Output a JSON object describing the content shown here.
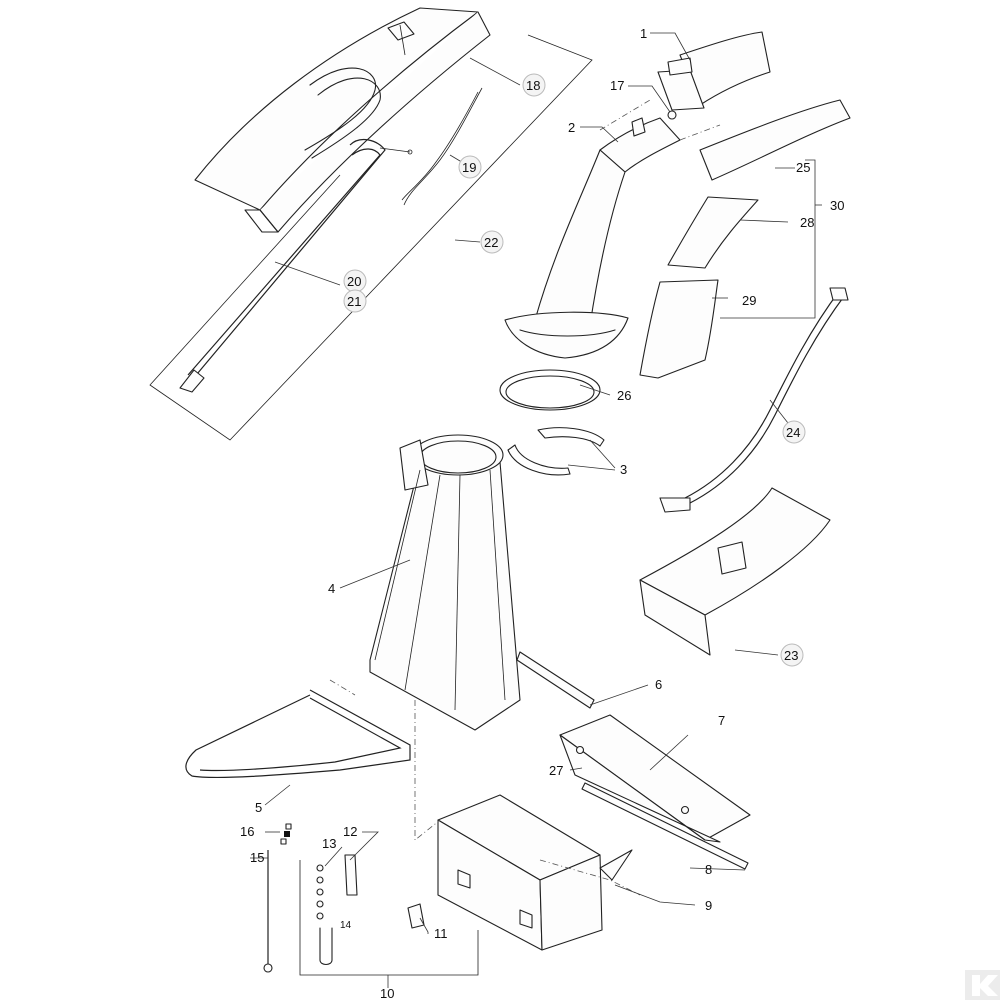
{
  "diagram": {
    "callouts": {
      "c1": "1",
      "c2": "2",
      "c3": "3",
      "c4": "4",
      "c5": "5",
      "c6": "6",
      "c7": "7",
      "c8": "8",
      "c9": "9",
      "c10": "10",
      "c11": "11",
      "c12": "12",
      "c13": "13",
      "c14": "14",
      "c15": "15",
      "c16": "16",
      "c17": "17",
      "c18": "18",
      "c19": "19",
      "c20": "20",
      "c21": "21",
      "c22": "22",
      "c23": "23",
      "c24": "24",
      "c25": "25",
      "c26": "26",
      "c27": "27",
      "c28": "28",
      "c29": "29",
      "c30": "30"
    },
    "logo_icon": "k-logo-icon"
  }
}
